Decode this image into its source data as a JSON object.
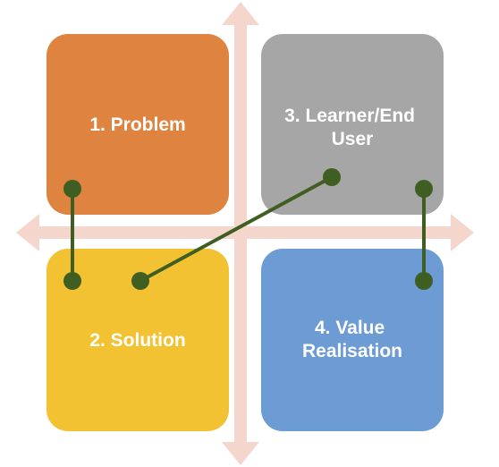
{
  "colors": {
    "axis": "#f4d6cc",
    "connector": "#3f5f22",
    "text": "#ffffff"
  },
  "quadrants": [
    {
      "id": "problem",
      "lines": [
        "1. Problem"
      ],
      "color": "#de8440"
    },
    {
      "id": "solution",
      "lines": [
        "2. Solution"
      ],
      "color": "#f3c232"
    },
    {
      "id": "learner",
      "lines": [
        "3. Learner/End",
        "User"
      ],
      "color": "#a6a6a6"
    },
    {
      "id": "value",
      "lines": [
        "4. Value",
        "Realisation"
      ],
      "color": "#6d9bd4"
    }
  ],
  "connections": [
    {
      "from": "problem",
      "to": "solution"
    },
    {
      "from": "solution",
      "to": "learner"
    },
    {
      "from": "learner",
      "to": "value"
    }
  ]
}
